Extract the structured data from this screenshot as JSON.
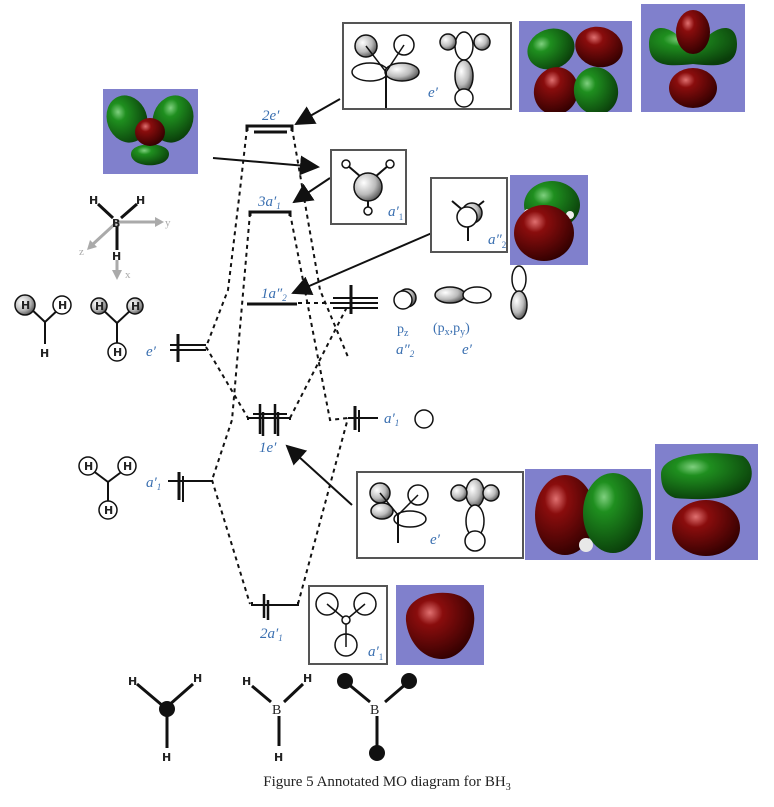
{
  "caption": {
    "prefix": "Figure 5 Annotated MO diagram for BH",
    "subscript": "3"
  },
  "mo_levels": [
    {
      "id": "2e_prime",
      "label": "2e′",
      "degeneracy": 2,
      "electrons": 0
    },
    {
      "id": "3a1_prime",
      "label": "3a′₁",
      "degeneracy": 1,
      "electrons": 0
    },
    {
      "id": "1a2_doubleprime",
      "label": "1a″₂",
      "degeneracy": 1,
      "electrons": 0
    },
    {
      "id": "1e_prime",
      "label": "1e′",
      "degeneracy": 2,
      "electrons": 4
    },
    {
      "id": "2a1_prime",
      "label": "2a′₁",
      "degeneracy": 1,
      "electrons": 2
    }
  ],
  "left_fragment": {
    "e_prime_label": "e′",
    "a1_prime_label": "a′₁",
    "atom_symbol": "H"
  },
  "right_fragment": {
    "p_label": "p",
    "pz_sub": "z",
    "pxpy_label": "(px,py)",
    "a2_label": "a″₂",
    "e_label": "e′",
    "s_label": "a′₁"
  },
  "boxes": {
    "top_e_prime": "e′",
    "a1_prime_top": "a′₁",
    "a2_doubleprime": "a″₂",
    "bottom_e_prime": "e′",
    "bottom_a1_prime": "a′₁"
  },
  "axes": {
    "x": "x",
    "y": "y",
    "z": "z",
    "boron": "B",
    "hydrogen": "H"
  },
  "colors": {
    "orbital_bg": "#8080cc",
    "positive_lobe": "#1a7a1a",
    "negative_lobe": "#7a0a0a",
    "label_blue": "#3a6fb0"
  }
}
